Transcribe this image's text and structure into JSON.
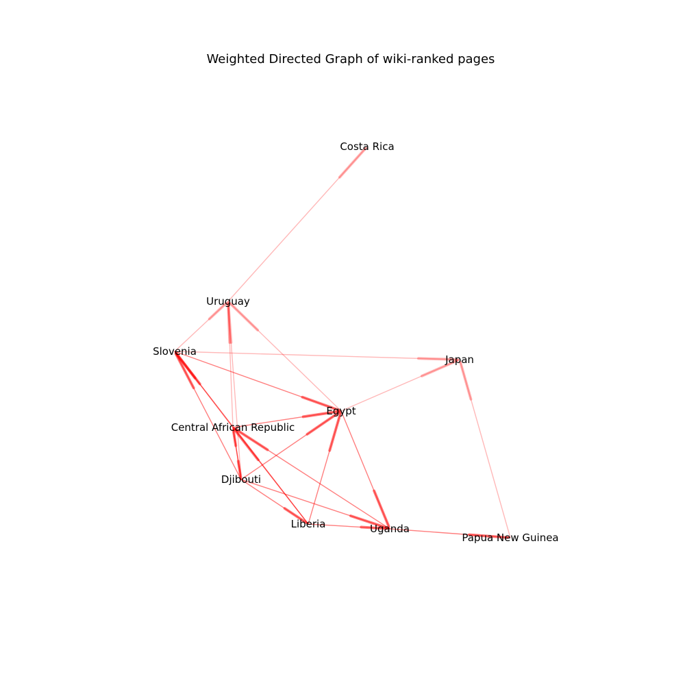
{
  "title": "Weighted Directed Graph of wiki-ranked pages",
  "edge_color": "#ff0000",
  "nodes": [
    {
      "id": "costa-rica",
      "label": "Costa Rica"
    },
    {
      "id": "uruguay",
      "label": "Uruguay"
    },
    {
      "id": "slovenia",
      "label": "Slovenia"
    },
    {
      "id": "japan",
      "label": "Japan"
    },
    {
      "id": "egypt",
      "label": "Egypt"
    },
    {
      "id": "central-african-republic",
      "label": "Central African Republic"
    },
    {
      "id": "djibouti",
      "label": "Djibouti"
    },
    {
      "id": "liberia",
      "label": "Liberia"
    },
    {
      "id": "uganda",
      "label": "Uganda"
    },
    {
      "id": "papua-new-guinea",
      "label": "Papua New Guinea"
    }
  ],
  "edges": [
    {
      "source": "uruguay",
      "target": "costa-rica",
      "weight": 1
    },
    {
      "source": "slovenia",
      "target": "uruguay",
      "weight": 1
    },
    {
      "source": "slovenia",
      "target": "japan",
      "weight": 1
    },
    {
      "source": "egypt",
      "target": "uruguay",
      "weight": 1
    },
    {
      "source": "egypt",
      "target": "japan",
      "weight": 1
    },
    {
      "source": "papua-new-guinea",
      "target": "japan",
      "weight": 1
    },
    {
      "source": "central-african-republic",
      "target": "uruguay",
      "weight": 1
    },
    {
      "source": "djibouti",
      "target": "uruguay",
      "weight": 1
    },
    {
      "source": "slovenia",
      "target": "egypt",
      "weight": 2
    },
    {
      "source": "central-african-republic",
      "target": "slovenia",
      "weight": 2
    },
    {
      "source": "djibouti",
      "target": "slovenia",
      "weight": 2
    },
    {
      "source": "liberia",
      "target": "slovenia",
      "weight": 2
    },
    {
      "source": "central-african-republic",
      "target": "egypt",
      "weight": 2
    },
    {
      "source": "djibouti",
      "target": "egypt",
      "weight": 2
    },
    {
      "source": "liberia",
      "target": "egypt",
      "weight": 2
    },
    {
      "source": "egypt",
      "target": "uganda",
      "weight": 2
    },
    {
      "source": "djibouti",
      "target": "central-african-republic",
      "weight": 2
    },
    {
      "source": "liberia",
      "target": "central-african-republic",
      "weight": 2
    },
    {
      "source": "uganda",
      "target": "central-african-republic",
      "weight": 2
    },
    {
      "source": "central-african-republic",
      "target": "djibouti",
      "weight": 2
    },
    {
      "source": "djibouti",
      "target": "liberia",
      "weight": 2
    },
    {
      "source": "djibouti",
      "target": "uganda",
      "weight": 2
    },
    {
      "source": "liberia",
      "target": "uganda",
      "weight": 2
    },
    {
      "source": "uganda",
      "target": "papua-new-guinea",
      "weight": 2
    }
  ]
}
